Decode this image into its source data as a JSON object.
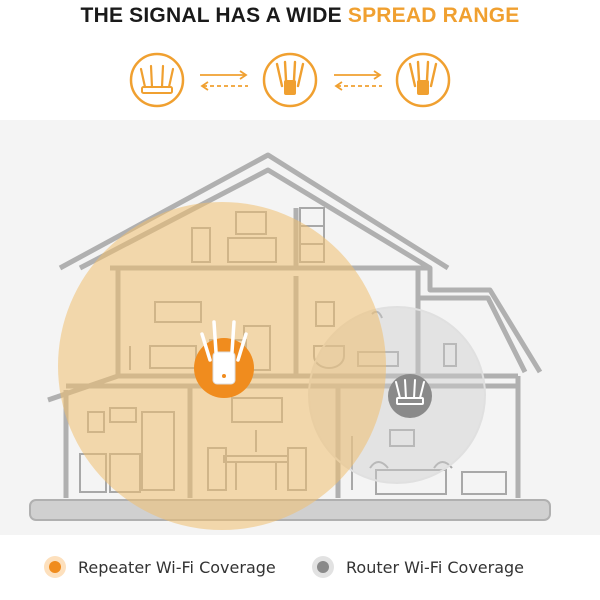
{
  "header": {
    "title_main": "THE SIGNAL HAS A WIDE",
    "title_accent": "SPREAD RANGE"
  },
  "colors": {
    "accent": "#f0a030",
    "repeater": "#f08c1e",
    "router": "#8a8a8a",
    "repeater_zone": "#f2d49a",
    "router_zone": "#d4d4d4"
  },
  "icons": [
    "router-icon",
    "signal-arrows-icon",
    "repeater-icon",
    "signal-arrows-icon",
    "repeater-icon"
  ],
  "legend": {
    "repeater_label": "Repeater Wi-Fi Coverage",
    "router_label": "Router Wi-Fi Coverage"
  }
}
